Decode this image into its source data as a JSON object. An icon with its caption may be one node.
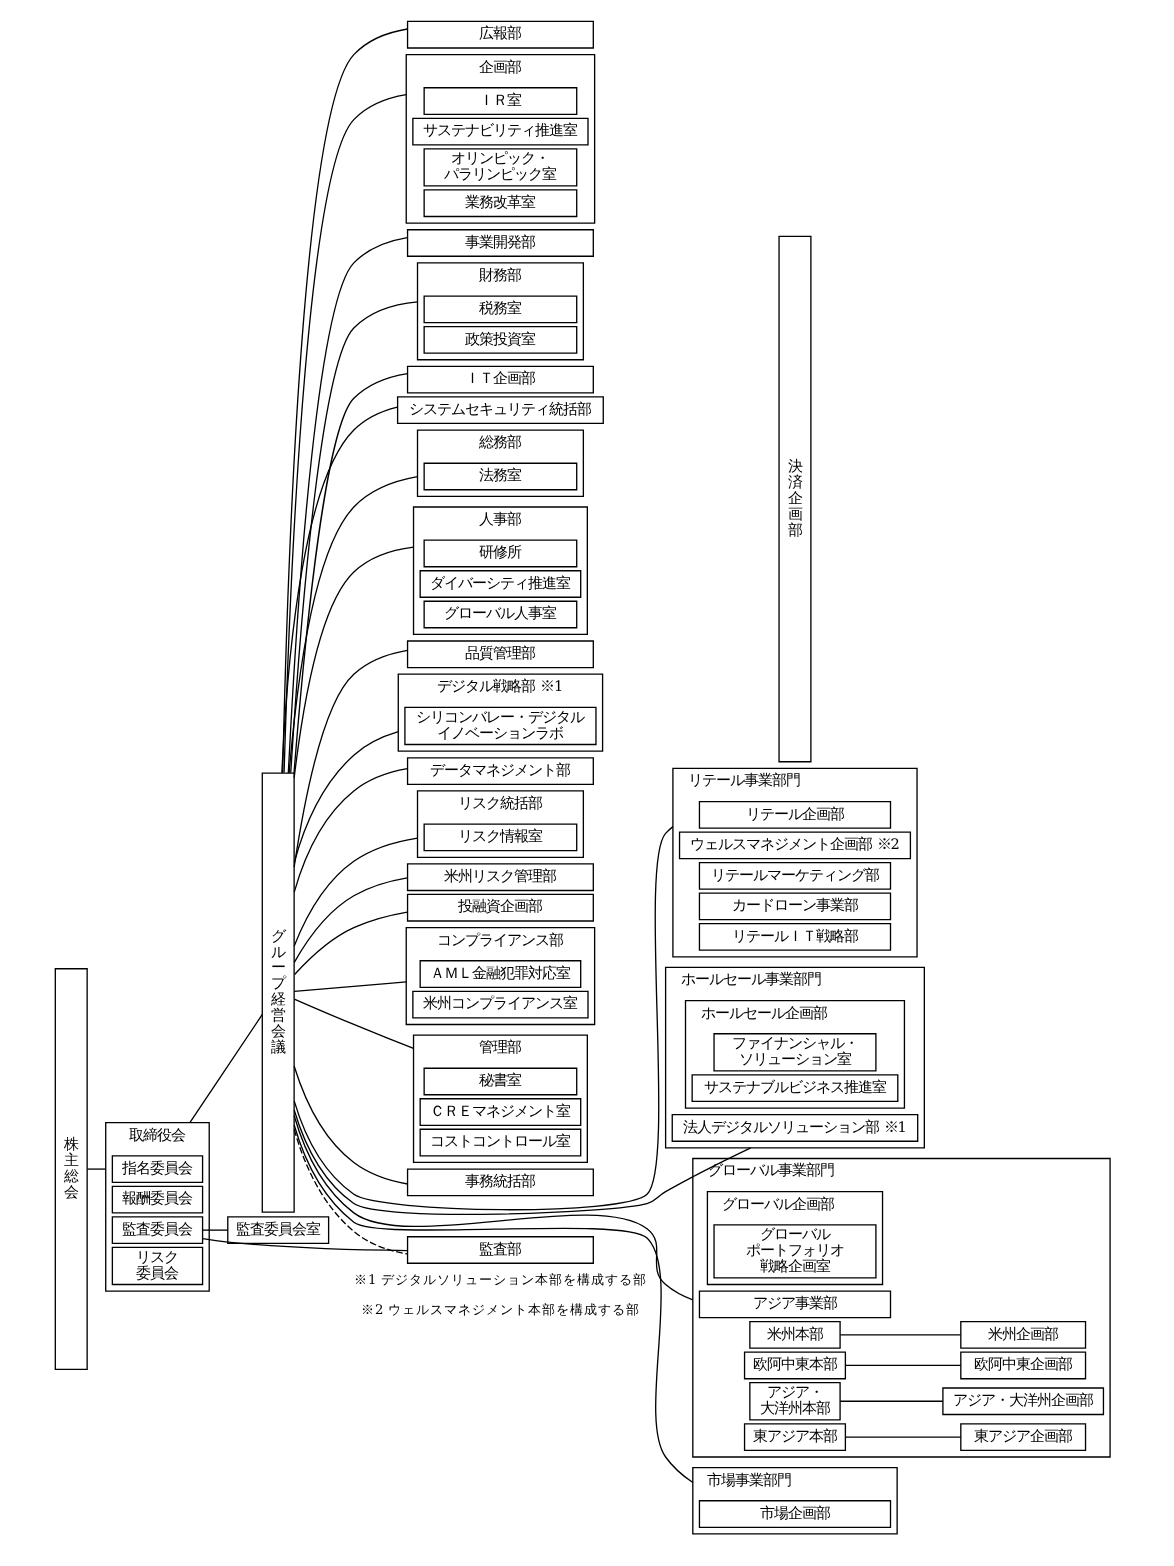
{
  "diagram": {
    "nodes": [
      {
        "text": [
          "株主総会"
        ]
      },
      {
        "text": [
          "取締役会"
        ]
      },
      {
        "text": [
          "指名委員会"
        ],
        "in": 1
      },
      {
        "text": [
          "報酬委員会"
        ],
        "in": 1
      },
      {
        "text": [
          "監査委員会"
        ],
        "in": 1
      },
      {
        "text": [
          "リスク委員会"
        ],
        "in": 1
      },
      {
        "text": [
          "監査委員会室"
        ]
      },
      {
        "text": [
          "グループ経営会議"
        ]
      },
      {
        "text": [
          "広報部"
        ]
      },
      {
        "text": [
          "企画部"
        ]
      },
      {
        "text": [
          "ＩＲ室"
        ],
        "in": 9
      },
      {
        "text": [
          "サステナビリティ推進室"
        ],
        "in": 9
      },
      {
        "text": [
          "オリンピック・パラリンピック室"
        ],
        "in": 9
      },
      {
        "text": [
          "業務改革室"
        ],
        "in": 9
      },
      {
        "text": [
          "事業開発部"
        ]
      },
      {
        "text": [
          "財務部"
        ]
      },
      {
        "text": [
          "税務室"
        ],
        "in": 15
      },
      {
        "text": [
          "政策投資室"
        ],
        "in": 15
      },
      {
        "text": [
          "ＩＴ企画部"
        ]
      },
      {
        "text": [
          "システムセキュリティ統括部"
        ]
      },
      {
        "text": [
          "総務部"
        ]
      },
      {
        "text": [
          "法務室"
        ],
        "in": 20
      },
      {
        "text": [
          "人事部"
        ]
      },
      {
        "text": [
          "研修所"
        ],
        "in": 22
      },
      {
        "text": [
          "ダイバーシティ推進室"
        ],
        "in": 22
      },
      {
        "text": [
          "グローバル人事室"
        ],
        "in": 22
      },
      {
        "text": [
          "品質管理部"
        ]
      },
      {
        "text": [
          "デジタル戦略部 ※1"
        ]
      },
      {
        "text": [
          "シリコンバレー・デジタルイノベーションラボ"
        ],
        "in": 27
      },
      {
        "text": [
          "データマネジメント部"
        ]
      },
      {
        "text": [
          "リスク統括部"
        ]
      },
      {
        "text": [
          "リスク情報室"
        ],
        "in": 30
      },
      {
        "text": [
          "米州リスク管理部"
        ]
      },
      {
        "text": [
          "投融資企画部"
        ]
      },
      {
        "text": [
          "コンプライアンス部"
        ]
      },
      {
        "text": [
          "ＡＭＬ金融犯罪対応室"
        ],
        "in": 34
      },
      {
        "text": [
          "米州コンプライアンス室"
        ],
        "in": 34
      },
      {
        "text": [
          "管理部"
        ]
      },
      {
        "text": [
          "秘書室"
        ],
        "in": 37
      },
      {
        "text": [
          "ＣＲＥマネジメント室"
        ],
        "in": 37
      },
      {
        "text": [
          "コストコントロール室"
        ],
        "in": 37
      },
      {
        "text": [
          "事務統括部"
        ]
      },
      {
        "text": [
          "監査部"
        ]
      },
      {
        "text": [
          "リテール事業部門"
        ]
      },
      {
        "text": [
          "リテール企画部"
        ],
        "in": 43
      },
      {
        "text": [
          "ウェルスマネジメント企画部 ※2"
        ],
        "in": 43
      },
      {
        "text": [
          "リテールマーケティング部"
        ],
        "in": 43
      },
      {
        "text": [
          "カードローン事業部"
        ],
        "in": 43
      },
      {
        "text": [
          "リテールＩＴ戦略部"
        ],
        "in": 43
      },
      {
        "text": [
          "ホールセール事業部門"
        ]
      },
      {
        "text": [
          "ホールセール企画部"
        ],
        "in": 49
      },
      {
        "text": [
          "ファイナンシャル・ソリューション室"
        ],
        "in": 50
      },
      {
        "text": [
          "サステナブルビジネス推進室"
        ],
        "in": 50
      },
      {
        "text": [
          "法人デジタルソリューション部 ※1"
        ],
        "in": 49
      },
      {
        "text": [
          "グローバル事業部門"
        ]
      },
      {
        "text": [
          "グローバル企画部"
        ],
        "in": 54
      },
      {
        "text": [
          "グローバルポートフォリオ戦略企画室"
        ],
        "in": 55
      },
      {
        "text": [
          "アジア事業部"
        ],
        "in": 54
      },
      {
        "text": [
          "米州本部"
        ],
        "in": 54
      },
      {
        "text": [
          "米州企画部"
        ],
        "in": 54
      },
      {
        "text": [
          "欧阿中東本部"
        ],
        "in": 54
      },
      {
        "text": [
          "欧阿中東企画部"
        ],
        "in": 54
      },
      {
        "text": [
          "アジア・大洋州本部"
        ],
        "in": 54
      },
      {
        "text": [
          "アジア・大洋州企画部"
        ],
        "in": 54
      },
      {
        "text": [
          "東アジア本部"
        ],
        "in": 54
      },
      {
        "text": [
          "東アジア企画部"
        ],
        "in": 54
      },
      {
        "text": [
          "市場事業部門"
        ]
      },
      {
        "text": [
          "市場企画部"
        ],
        "in": 66
      },
      {
        "text": [
          "決済企画部"
        ]
      }
    ],
    "edges": [
      {
        "from": 0,
        "to": 1,
        "arrow": "none"
      },
      {
        "from": 1,
        "to": 7,
        "arrow": "none"
      },
      {
        "from": 4,
        "to": 6,
        "arrow": "none"
      },
      {
        "from": 4,
        "to": 42,
        "arrow": "none"
      },
      {
        "from": 7,
        "to": 42,
        "arrow": "none",
        "style": "dashed"
      },
      {
        "from": 7,
        "to": 8,
        "arrow": "none"
      },
      {
        "from": 7,
        "to": 9,
        "arrow": "none"
      },
      {
        "from": 7,
        "to": 14,
        "arrow": "none"
      },
      {
        "from": 7,
        "to": 15,
        "arrow": "none"
      },
      {
        "from": 7,
        "to": 18,
        "arrow": "none"
      },
      {
        "from": 7,
        "to": 19,
        "arrow": "none"
      },
      {
        "from": 7,
        "to": 20,
        "arrow": "none"
      },
      {
        "from": 7,
        "to": 22,
        "arrow": "none"
      },
      {
        "from": 7,
        "to": 26,
        "arrow": "none"
      },
      {
        "from": 7,
        "to": 27,
        "arrow": "none"
      },
      {
        "from": 7,
        "to": 29,
        "arrow": "none"
      },
      {
        "from": 7,
        "to": 30,
        "arrow": "none"
      },
      {
        "from": 7,
        "to": 32,
        "arrow": "none"
      },
      {
        "from": 7,
        "to": 33,
        "arrow": "none"
      },
      {
        "from": 7,
        "to": 34,
        "arrow": "none"
      },
      {
        "from": 7,
        "to": 37,
        "arrow": "none"
      },
      {
        "from": 7,
        "to": 41,
        "arrow": "none"
      },
      {
        "from": 7,
        "to": 43,
        "arrow": "none"
      },
      {
        "from": 7,
        "to": 49,
        "arrow": "none"
      },
      {
        "from": 7,
        "to": 54,
        "arrow": "none"
      },
      {
        "from": 7,
        "to": 66,
        "arrow": "none"
      },
      {
        "from": 58,
        "to": 59,
        "arrow": "none"
      },
      {
        "from": 60,
        "to": 61,
        "arrow": "none"
      },
      {
        "from": 62,
        "to": 63,
        "arrow": "none"
      },
      {
        "from": 64,
        "to": 65,
        "arrow": "none"
      }
    ],
    "labels": [
      "※1 デジタルソリューション本部を構成する部",
      "※2 ウェルスマネジメント本部を構成する部"
    ]
  }
}
